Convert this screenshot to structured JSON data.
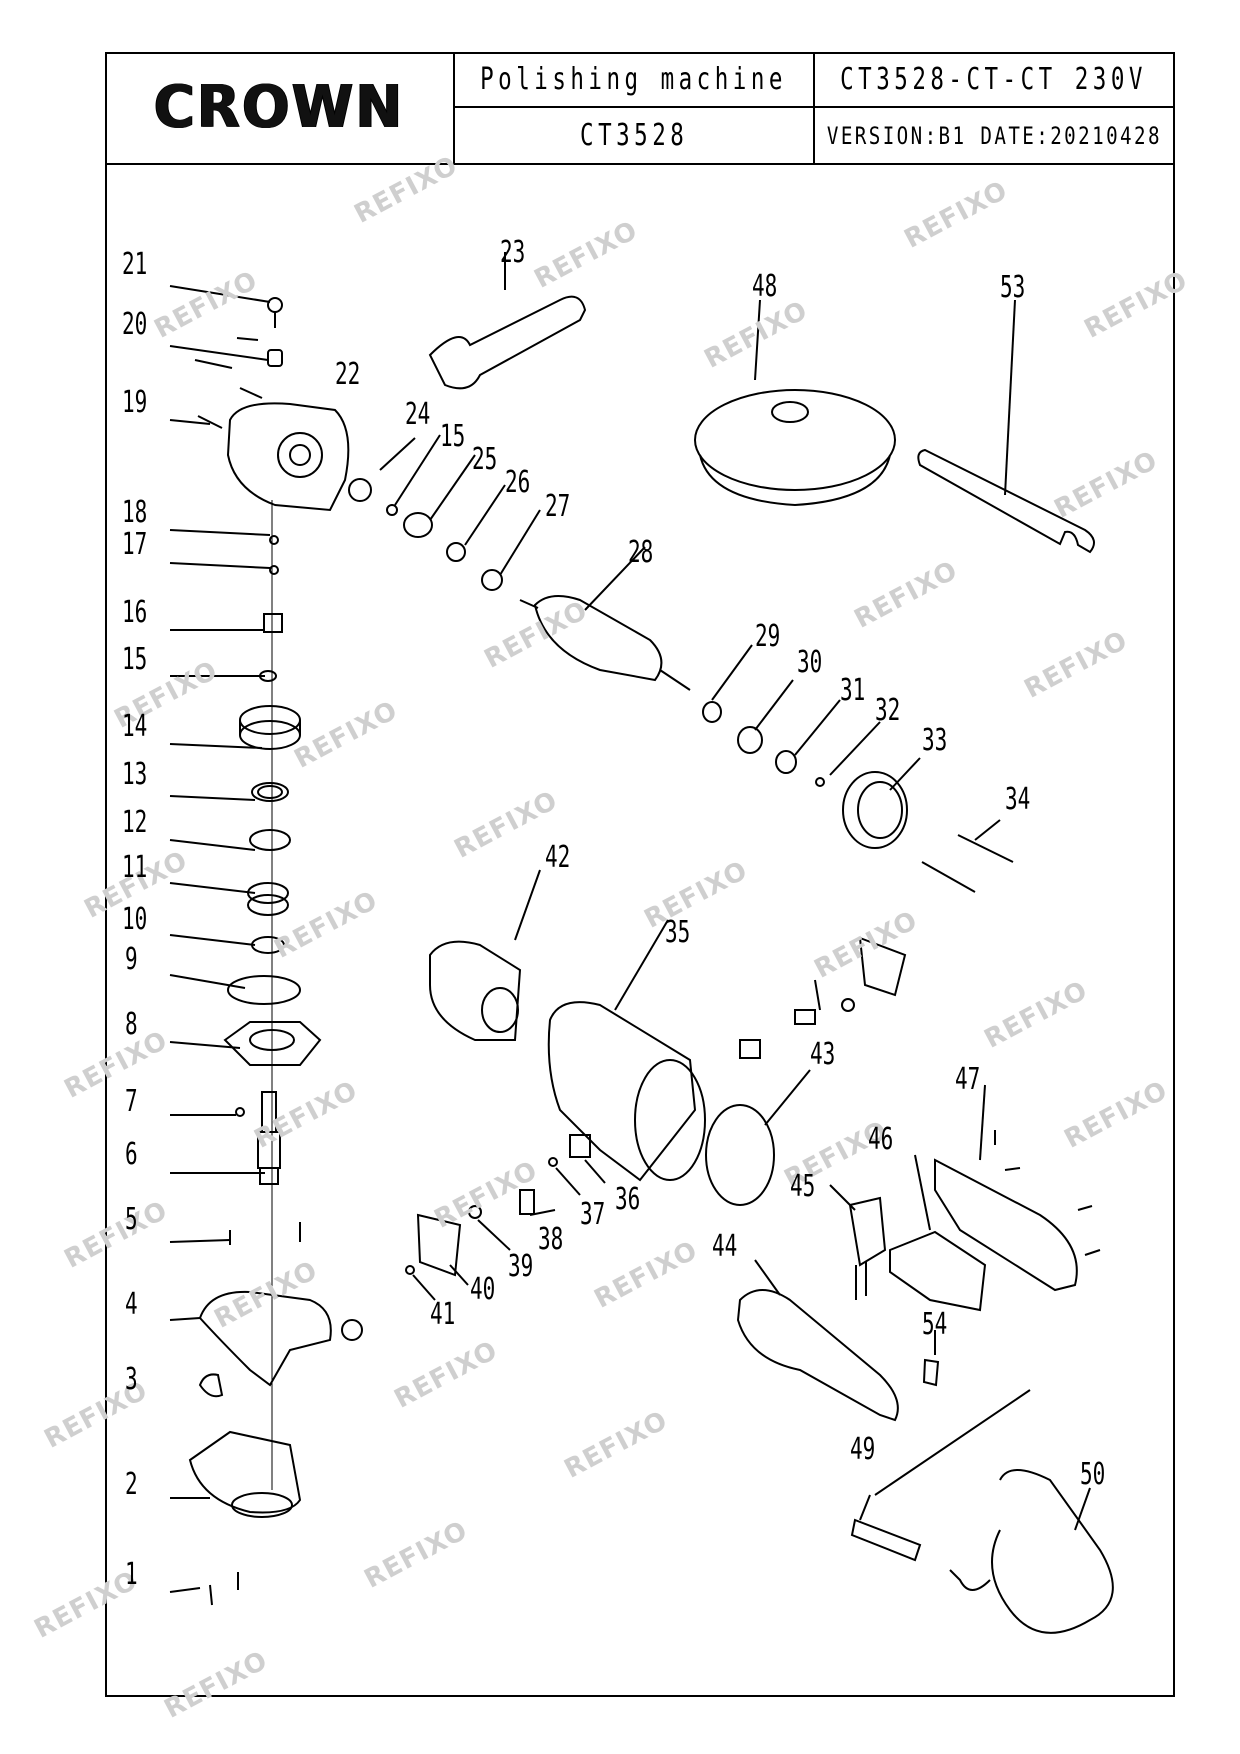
{
  "title_block": {
    "brand": "CROWN",
    "product_name": "Polishing machine",
    "model_code": "CT3528",
    "variant": "CT3528-CT-CT 230V",
    "version_date": "VERSION:B1 DATE:20210428"
  },
  "watermark": "REFIXO",
  "callouts": [
    "1",
    "2",
    "3",
    "4",
    "5",
    "6",
    "7",
    "8",
    "9",
    "10",
    "11",
    "12",
    "13",
    "14",
    "15",
    "16",
    "17",
    "18",
    "19",
    "20",
    "21",
    "22",
    "23",
    "24",
    "15",
    "25",
    "26",
    "27",
    "28",
    "29",
    "30",
    "31",
    "32",
    "33",
    "34",
    "35",
    "36",
    "37",
    "38",
    "39",
    "40",
    "41",
    "42",
    "43",
    "44",
    "45",
    "46",
    "47",
    "48",
    "49",
    "50",
    "53",
    "54"
  ]
}
